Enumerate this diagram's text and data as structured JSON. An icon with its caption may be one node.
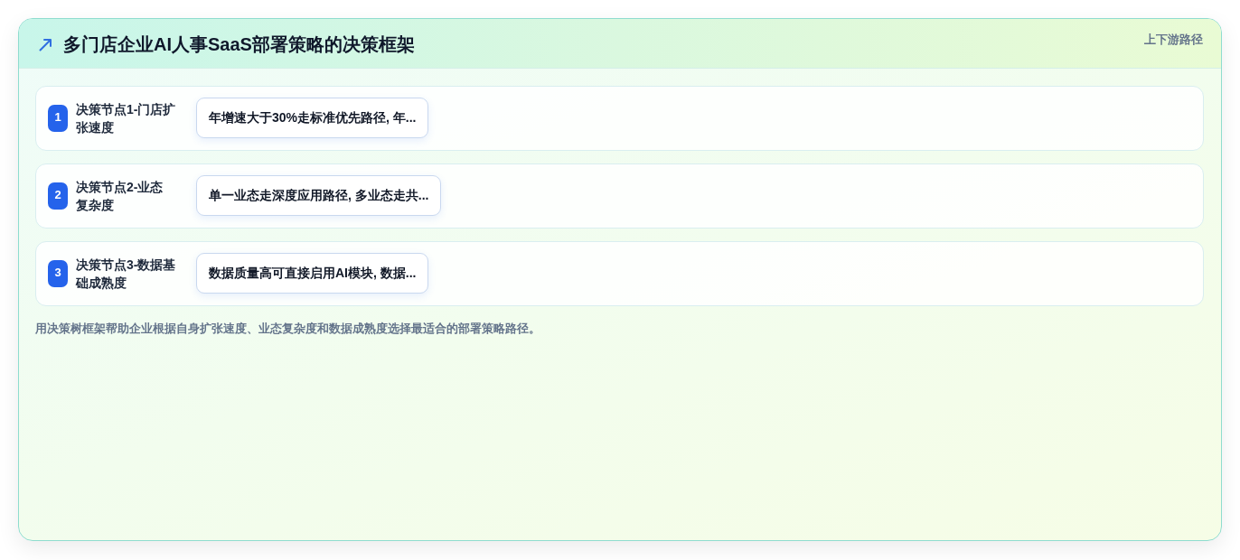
{
  "diagram": {
    "title": "多门店企业AI人事SaaS部署策略的决策框架",
    "caption": "用决策树框架帮助企业根据自身扩张速度、业态复杂度和数据成熟度选择最适合的部署策略路径。",
    "nodes": [
      {
        "text": [
          "决策节点1-门店扩张速度"
        ]
      },
      {
        "text": [
          "1"
        ],
        "in": 0
      },
      {
        "text": [
          "年增速大于30%走标准优先路径, 年..."
        ],
        "in": 0
      },
      {
        "text": [
          "决策节点2-业态复杂度"
        ]
      },
      {
        "text": [
          "2"
        ],
        "in": 3
      },
      {
        "text": [
          "单一业态走深度应用路径, 多业态走共..."
        ],
        "in": 3
      },
      {
        "text": [
          "决策节点3-数据基础成熟度"
        ]
      },
      {
        "text": [
          "3"
        ],
        "in": 6
      },
      {
        "text": [
          "数据质量高可直接启用AI模块, 数据..."
        ],
        "in": 6
      }
    ],
    "labels": [
      "上下游路径"
    ]
  }
}
